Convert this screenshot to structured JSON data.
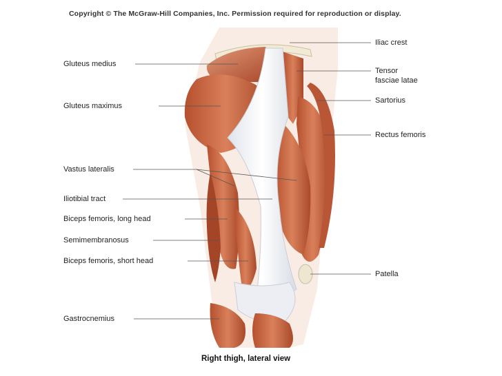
{
  "copyright": "Copyright © The McGraw-Hill Companies, Inc. Permission required for reproduction or display.",
  "caption": "Right thigh, lateral view",
  "labels_left": {
    "gluteus_medius": "Gluteus medius",
    "gluteus_maximus": "Gluteus maximus",
    "vastus_lateralis": "Vastus lateralis",
    "iliotibial_tract": "Iliotibial tract",
    "biceps_long": "Biceps femoris, long head",
    "semimembranosus": "Semimembranosus",
    "biceps_short": "Biceps femoris, short head",
    "gastrocnemius": "Gastrocnemius"
  },
  "labels_right": {
    "iliac_crest": "Iliac crest",
    "tensor_line1": "Tensor",
    "tensor_line2": "fasciae latae",
    "sartorius": "Sartorius",
    "rectus_femoris": "Rectus femoris",
    "patella": "Patella"
  },
  "colors": {
    "muscle": "#c8643f",
    "muscle_dark": "#9e4327",
    "tendon": "#eef0f4",
    "leader_line": "#555555"
  }
}
